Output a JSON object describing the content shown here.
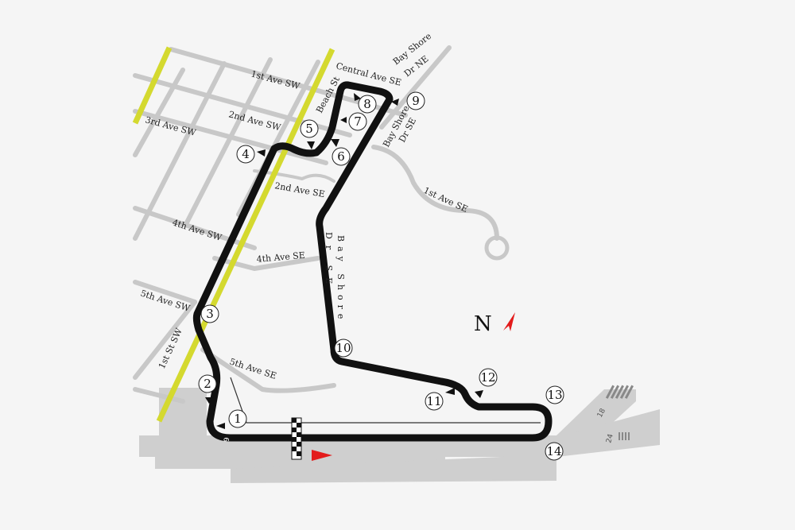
{
  "map": {
    "streets": {
      "first_ave_sw": "1st Ave SW",
      "second_ave_sw": "2nd Ave SW",
      "third_ave_sw": "3rd Ave SW",
      "fourth_ave_sw": "4th Ave SW",
      "fifth_ave_sw": "5th Ave SW",
      "first_st_sw": "1st St SW",
      "central_ave_se": "Central Ave SE",
      "beach_st": "Beach St",
      "bay_shore_dr_ne_1": "Bay Shore",
      "bay_shore_dr_ne_2": "Dr NE",
      "bay_shore_dr_se_1": "Bay Shore",
      "bay_shore_dr_se_2": "Dr SE",
      "second_ave_se": "2nd Ave SE",
      "first_ave_se": "1st Ave SE",
      "fourth_ave_se": "4th Ave SE",
      "fifth_ave_se": "5th Ave SE",
      "bay_shore_vertical_1": "Bay Shore",
      "bay_shore_vertical_2": "Dr SE"
    },
    "turns": [
      "1",
      "2",
      "3",
      "4",
      "5",
      "6",
      "7",
      "8",
      "9",
      "10",
      "11",
      "12",
      "13",
      "14"
    ],
    "north_label": "N",
    "runways": {
      "r18": "18",
      "r24": "24",
      "grid": "9"
    },
    "colors": {
      "track": "#111111",
      "highway": "#d4d92f",
      "street": "#c8c8c8",
      "north_arrow": "#e31b1b",
      "direction_arrow": "#e31b1b"
    }
  }
}
